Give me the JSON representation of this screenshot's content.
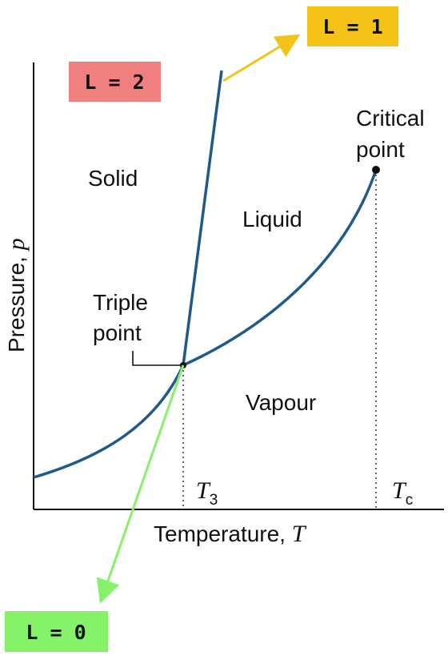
{
  "diagram": {
    "axes": {
      "y_label_prefix": "Pressure, ",
      "y_label_var": "p",
      "x_label_prefix": "Temperature, ",
      "x_label_var": "T"
    },
    "ticks": {
      "t3_main": "T",
      "t3_sub": "3",
      "tc_main": "T",
      "tc_sub": "c"
    },
    "regions": {
      "solid": "Solid",
      "liquid": "Liquid",
      "vapour": "Vapour"
    },
    "points": {
      "triple_line1": "Triple",
      "triple_line2": "point",
      "critical_line1": "Critical",
      "critical_line2": "point"
    },
    "badges": {
      "l2": "L = 2",
      "l1": "L = 1",
      "l0": "L = 0"
    },
    "colors": {
      "curve": "#1f5a8a",
      "badge_l2": "#f07f7f",
      "badge_l1": "#f5c318",
      "badge_l0": "#86f26a",
      "arrow_l1": "#f2c318",
      "arrow_l0": "#86f26a"
    }
  }
}
